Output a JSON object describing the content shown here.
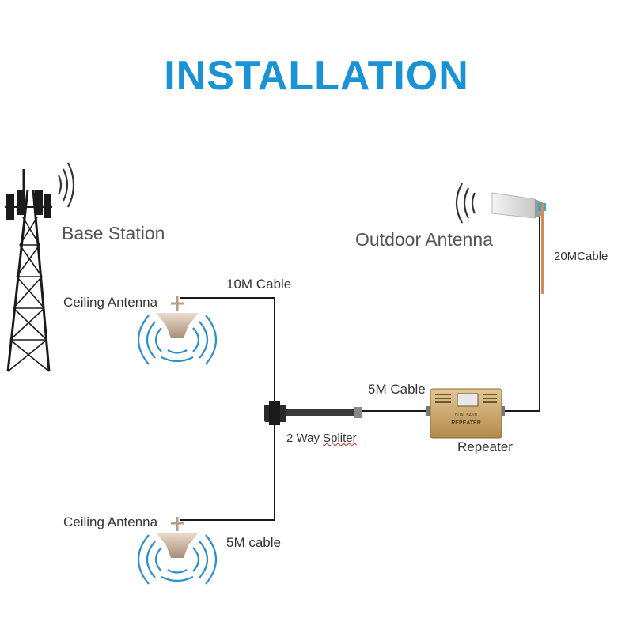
{
  "title": "INSTALLATION",
  "labels": {
    "base_station": "Base Station",
    "outdoor_antenna": "Outdoor Antenna",
    "cable_20m": "20MCable",
    "cable_10m": "10M Cable",
    "ceiling_antenna_top": "Ceiling Antenna",
    "cable_5m_repeater": "5M Cable",
    "splitter_prefix": "2 Way ",
    "splitter_word": "Spliter",
    "repeater": "Repeater",
    "ceiling_antenna_bottom": "Ceiling Antenna",
    "cable_5m_bottom": "5M cable"
  },
  "repeater_device": {
    "brand": "DUAL BAND",
    "model": "REPEATER"
  },
  "colors": {
    "title": "#1a93d6",
    "signal_waves_ceiling": "#2a8fd0",
    "signal_waves_tower": "#333333",
    "cable": "#1a1a1a",
    "mast": "#d98a5a",
    "repeater_body": "#c9a46b"
  },
  "icons": [
    "tower-icon",
    "signal-waves-icon",
    "panel-antenna-icon",
    "ceiling-antenna-icon",
    "splitter-icon",
    "repeater-icon"
  ]
}
